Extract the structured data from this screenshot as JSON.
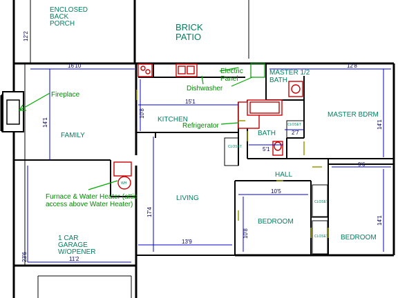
{
  "rooms": {
    "porch": [
      "ENCLOSED",
      "BACK",
      "PORCH"
    ],
    "patio": [
      "BRICK",
      "PATIO"
    ],
    "master_bath": [
      "MASTER 1/2",
      "BATH"
    ],
    "master_bdrm": "MASTER BDRM",
    "family": "FAMILY",
    "kitchen": "KITCHEN",
    "bath": "BATH",
    "hall": "HALL",
    "living": "LIVING",
    "bedroom1": "BEDROOM",
    "bedroom2": "BEDROOM",
    "garage": [
      "1 CAR",
      "GARAGE",
      "W/OPENER"
    ]
  },
  "notes": {
    "fireplace": "Fireplace",
    "electric": [
      "Electric",
      "Panel"
    ],
    "dishwasher": "Dishwasher",
    "refrigerator": "Refrigerator",
    "furnace": [
      "Furnace & Water Heater (attic",
      "access above Water Heater)"
    ],
    "wh": "WH"
  },
  "closets": [
    "CLOSET",
    "CLOSET",
    "CLOSET",
    "CLOSET"
  ],
  "dimensions": {
    "porch_v": "12'2",
    "family_h": "16'10",
    "family_v": "14'1",
    "kitchen_h": "15'1",
    "kitchen_v": "10'8",
    "master_h": "12'8",
    "master_v": "14'1",
    "bath_h1": "2'7",
    "bath_h2": "5'1",
    "bed2_h": "9'6",
    "bed2_v": "14'1",
    "bed1_h": "10'5",
    "bed1_v": "10'8",
    "living_v": "17'4",
    "living_h": "13'9",
    "garage_v": "23'6",
    "garage_h": "11'2"
  }
}
